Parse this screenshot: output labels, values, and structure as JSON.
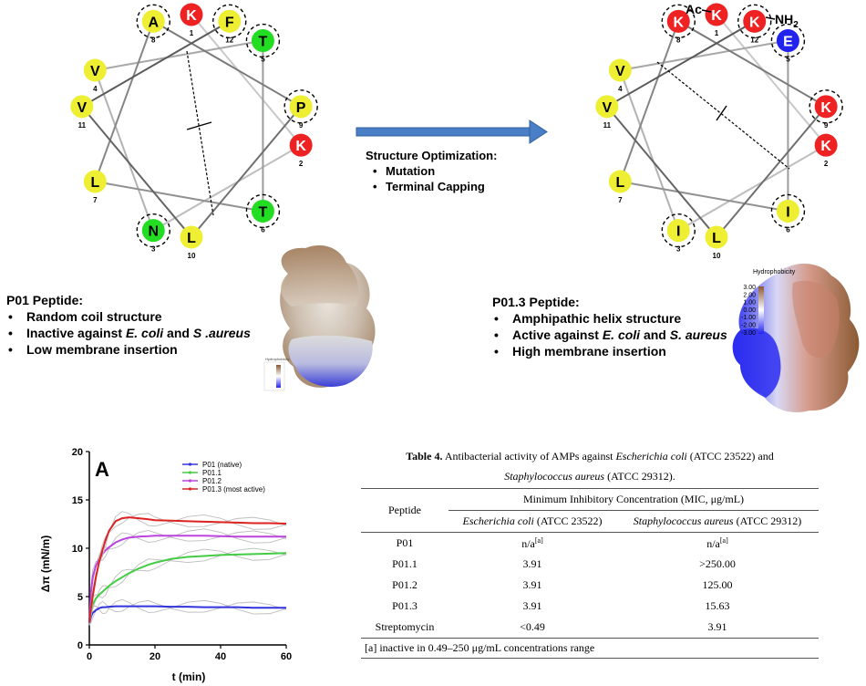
{
  "wheel_left": {
    "residues": [
      {
        "letter": "K",
        "num": "1",
        "color": "#ee2222",
        "text": "#ffffff",
        "dashed": false
      },
      {
        "letter": "K",
        "num": "2",
        "color": "#ee2222",
        "text": "#ffffff",
        "dashed": false
      },
      {
        "letter": "N",
        "num": "3",
        "color": "#22dd22",
        "text": "#000000",
        "dashed": true
      },
      {
        "letter": "V",
        "num": "4",
        "color": "#eeee33",
        "text": "#000000",
        "dashed": false
      },
      {
        "letter": "T",
        "num": "5",
        "color": "#22dd22",
        "text": "#000000",
        "dashed": true
      },
      {
        "letter": "T",
        "num": "6",
        "color": "#22dd22",
        "text": "#000000",
        "dashed": true
      },
      {
        "letter": "L",
        "num": "7",
        "color": "#eeee33",
        "text": "#000000",
        "dashed": false
      },
      {
        "letter": "A",
        "num": "8",
        "color": "#eeee33",
        "text": "#000000",
        "dashed": true
      },
      {
        "letter": "P",
        "num": "9",
        "color": "#eeee33",
        "text": "#000000",
        "dashed": true
      },
      {
        "letter": "L",
        "num": "10",
        "color": "#eeee33",
        "text": "#000000",
        "dashed": false
      },
      {
        "letter": "V",
        "num": "11",
        "color": "#eeee33",
        "text": "#000000",
        "dashed": false
      },
      {
        "letter": "F",
        "num": "12",
        "color": "#eeee33",
        "text": "#000000",
        "dashed": true
      }
    ]
  },
  "wheel_right": {
    "residues": [
      {
        "letter": "K",
        "num": "1",
        "color": "#ee2222",
        "text": "#ffffff",
        "dashed": false
      },
      {
        "letter": "K",
        "num": "2",
        "color": "#ee2222",
        "text": "#ffffff",
        "dashed": false
      },
      {
        "letter": "I",
        "num": "3",
        "color": "#eeee33",
        "text": "#000000",
        "dashed": true
      },
      {
        "letter": "V",
        "num": "4",
        "color": "#eeee33",
        "text": "#000000",
        "dashed": false
      },
      {
        "letter": "E",
        "num": "5",
        "color": "#2222ee",
        "text": "#ffffff",
        "dashed": true
      },
      {
        "letter": "I",
        "num": "6",
        "color": "#eeee33",
        "text": "#000000",
        "dashed": true
      },
      {
        "letter": "L",
        "num": "7",
        "color": "#eeee33",
        "text": "#000000",
        "dashed": false
      },
      {
        "letter": "K",
        "num": "8",
        "color": "#ee2222",
        "text": "#ffffff",
        "dashed": true
      },
      {
        "letter": "K",
        "num": "9",
        "color": "#ee2222",
        "text": "#ffffff",
        "dashed": true
      },
      {
        "letter": "L",
        "num": "10",
        "color": "#eeee33",
        "text": "#000000",
        "dashed": false
      },
      {
        "letter": "V",
        "num": "11",
        "color": "#eeee33",
        "text": "#000000",
        "dashed": false
      },
      {
        "letter": "K",
        "num": "12",
        "color": "#ee2222",
        "text": "#ffffff",
        "dashed": true
      }
    ],
    "ac_label": "Ac",
    "nh2_label": "NH",
    "nh2_sub": "2"
  },
  "structure": {
    "title": "Structure Optimization:",
    "items": [
      "Mutation",
      "Terminal Capping"
    ]
  },
  "p01": {
    "title": "P01 Peptide:",
    "line1": "Random coil structure",
    "line2_a": "Inactive against ",
    "line2_b": "E. coli",
    "line2_c": " and ",
    "line2_d": "S .aureus",
    "line3": "Low membrane insertion"
  },
  "p013": {
    "title": "P01.3 Peptide:",
    "line1": "Amphipathic helix structure",
    "line2_a": "Active against ",
    "line2_b": "E. coli",
    "line2_c": " and ",
    "line2_d": "S. aureus",
    "line3": "High membrane insertion"
  },
  "hydro": {
    "title": "Hydrophobicity",
    "ticks": [
      "3.00",
      "2.00",
      "1.00",
      "0.00",
      "-1.00",
      "-2.00",
      "-3.00"
    ]
  },
  "chart_data": {
    "type": "line",
    "panel_label": "A",
    "xlabel": "t (min)",
    "ylabel": "Δπ (mN/m)",
    "xlim": [
      0,
      60
    ],
    "ylim": [
      0,
      20
    ],
    "xticks": [
      "0",
      "20",
      "40",
      "60"
    ],
    "yticks": [
      "0",
      "5",
      "10",
      "15",
      "20"
    ],
    "x": [
      0,
      0.5,
      1,
      2,
      3,
      4,
      5,
      6,
      8,
      10,
      12,
      15,
      18,
      20,
      25,
      30,
      35,
      40,
      45,
      50,
      55,
      60
    ],
    "series": [
      {
        "name": "P01 (native)",
        "color": "#3333dd",
        "values": [
          2.2,
          2.9,
          3.3,
          3.6,
          3.8,
          3.9,
          3.9,
          3.95,
          4.0,
          4.0,
          4.0,
          4.0,
          4.0,
          4.0,
          3.95,
          3.95,
          3.9,
          3.9,
          3.9,
          3.85,
          3.85,
          3.85
        ]
      },
      {
        "name": "P01.1",
        "color": "#44cc44",
        "values": [
          2.3,
          3.5,
          4.2,
          4.8,
          5.2,
          5.5,
          5.8,
          6.1,
          6.6,
          7.0,
          7.4,
          7.9,
          8.3,
          8.5,
          8.9,
          9.1,
          9.2,
          9.3,
          9.35,
          9.4,
          9.45,
          9.5
        ]
      },
      {
        "name": "P01.2",
        "color": "#bb44dd",
        "values": [
          2.3,
          5.5,
          7.0,
          8.2,
          8.9,
          9.4,
          9.8,
          10.1,
          10.6,
          10.9,
          11.1,
          11.2,
          11.25,
          11.3,
          11.3,
          11.3,
          11.3,
          11.25,
          11.2,
          11.2,
          11.2,
          11.2
        ]
      },
      {
        "name": "P01.3 (most active)",
        "color": "#dd2222",
        "values": [
          2.3,
          3.8,
          5.0,
          7.0,
          8.6,
          9.8,
          10.9,
          11.8,
          12.8,
          13.1,
          13.2,
          13.1,
          13.0,
          12.9,
          12.85,
          12.8,
          12.75,
          12.7,
          12.65,
          12.6,
          12.6,
          12.55
        ]
      }
    ],
    "legend": "top-right"
  },
  "table": {
    "caption_a": "Table 4.",
    "caption_b": " Antibacterial activity of AMPs against ",
    "caption_c": "Escherichia coli",
    "caption_d": " (ATCC 23522) and",
    "caption_e": "Staphylococcus aureus",
    "caption_f": " (ATCC 29312).",
    "col_peptide": "Peptide",
    "col_mic": "Minimum Inhibitory Concentration (MIC, μg/mL)",
    "sub_ecoli_a": "Escherichia coli",
    "sub_ecoli_b": " (ATCC 23522)",
    "sub_saur_a": "Staphylococcus aureus",
    "sub_saur_b": " (ATCC 29312)",
    "rows": [
      {
        "peptide": "P01",
        "ecoli": "n/a",
        "ecoli_sup": "[a]",
        "saur": "n/a",
        "saur_sup": "[a]"
      },
      {
        "peptide": "P01.1",
        "ecoli": "3.91",
        "ecoli_sup": "",
        "saur": ">250.00",
        "saur_sup": ""
      },
      {
        "peptide": "P01.2",
        "ecoli": "3.91",
        "ecoli_sup": "",
        "saur": "125.00",
        "saur_sup": ""
      },
      {
        "peptide": "P01.3",
        "ecoli": "3.91",
        "ecoli_sup": "",
        "saur": "15.63",
        "saur_sup": ""
      },
      {
        "peptide": "Streptomycin",
        "ecoli": "<0.49",
        "ecoli_sup": "",
        "saur": "3.91",
        "saur_sup": ""
      }
    ],
    "footnote": "[a] inactive in 0.49–250 μg/mL concentrations range"
  }
}
